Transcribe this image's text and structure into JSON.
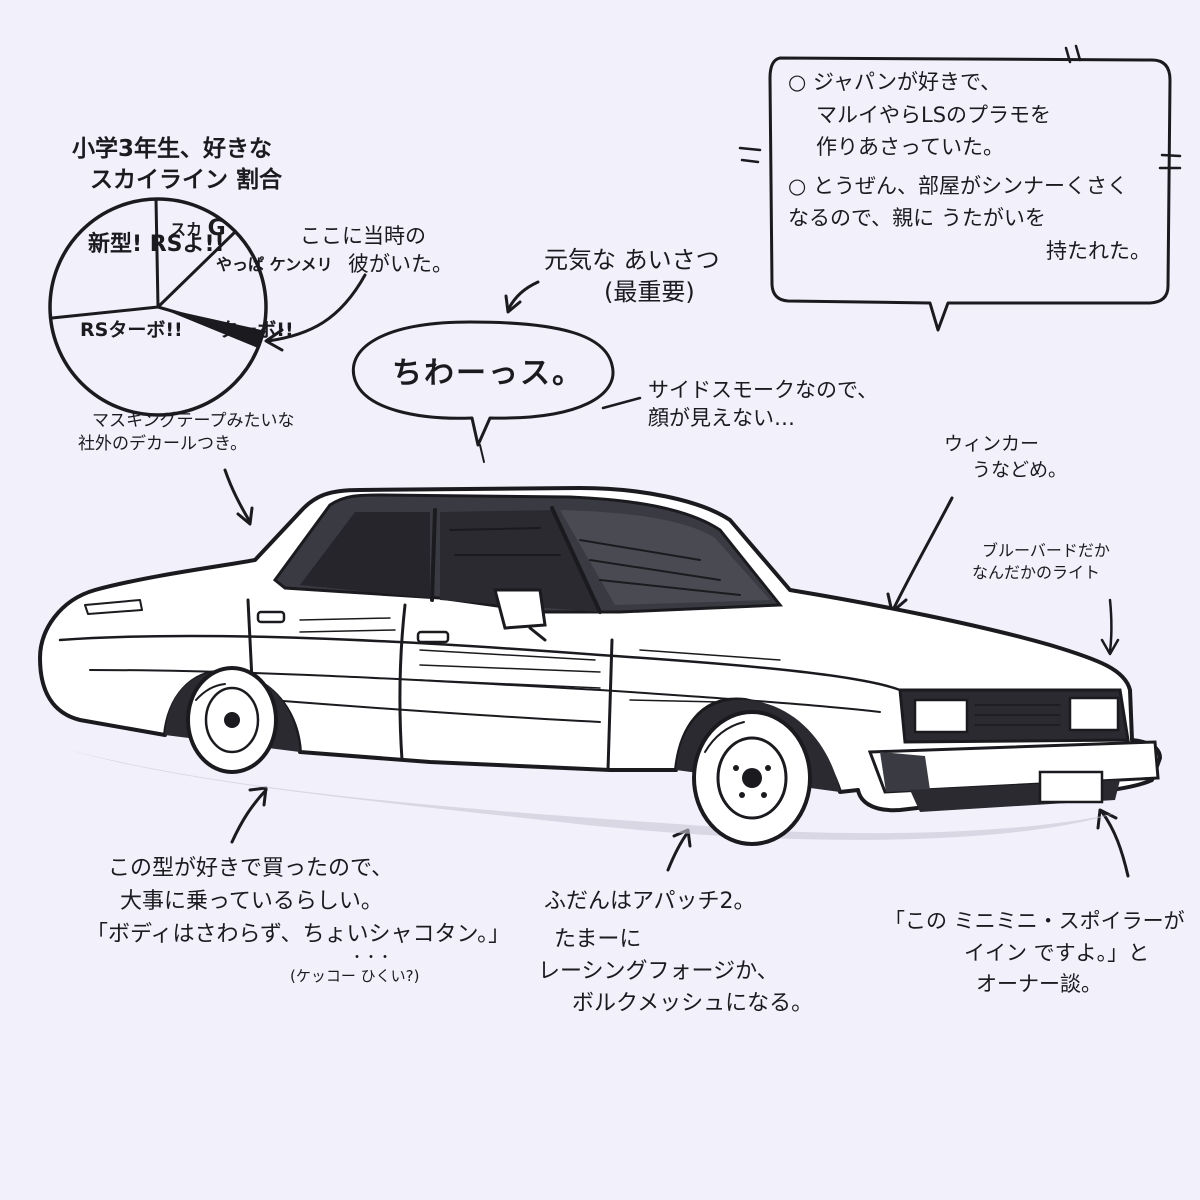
{
  "pie": {
    "title_lines": [
      "小学3年生、好きな",
      "スカイライン 割合"
    ],
    "labels": {
      "new_rs": [
        "新型!",
        "RSよ!!"
      ],
      "skyline_g": [
        "スカ",
        "G"
      ],
      "kenmeri": [
        "やっぱ",
        "ケンメリ"
      ],
      "rs_turbo": [
        "RSターボ!!",
        "ターボ!!"
      ]
    }
  },
  "notes": {
    "era_note": [
      "ここに当時の",
      "彼がいた。"
    ],
    "greeting_note": [
      "元気な あいさつ",
      "(最重要)"
    ],
    "speech": "ちわーっス。",
    "smoke_note": [
      "サイドスモークなので、",
      "顔が見えない…"
    ],
    "masking_note": [
      "マスキングテープみたいな",
      "社外のデカールつき。"
    ],
    "winker_note": [
      "ウィンカー",
      "うなどめ。"
    ],
    "bluebird_note": [
      "ブルーバードだか",
      "なんだかのライト"
    ],
    "boxed_note": [
      "○ ジャパンが好きで、",
      "マルイやらLSのプラモを",
      "作りあさっていた。",
      "○ とうぜん、部屋がシンナーくさく",
      "なるので、親に うたがいを",
      "持たれた。"
    ],
    "owner_note": [
      "この型が好きで買ったので、",
      "大事に乗っているらしい。",
      "「ボディはさわらず、ちょいシャコタン。」",
      "・・・",
      "(ケッコー ひくい?)"
    ],
    "wheel_note": [
      "ふだんはアパッチ2。",
      "たまーに",
      "レーシングフォージか、",
      "ボルクメッシュになる。"
    ],
    "spoiler_note": [
      "「この ミニミニ・スポイラーが",
      "イイン ですよ。」と",
      "オーナー談。"
    ]
  },
  "icons": {
    "car": "sedan-car-icon",
    "wheel": "steel-wheel-icon"
  },
  "colors": {
    "background": "#f1f0fb",
    "ink": "#1b1b1f"
  }
}
